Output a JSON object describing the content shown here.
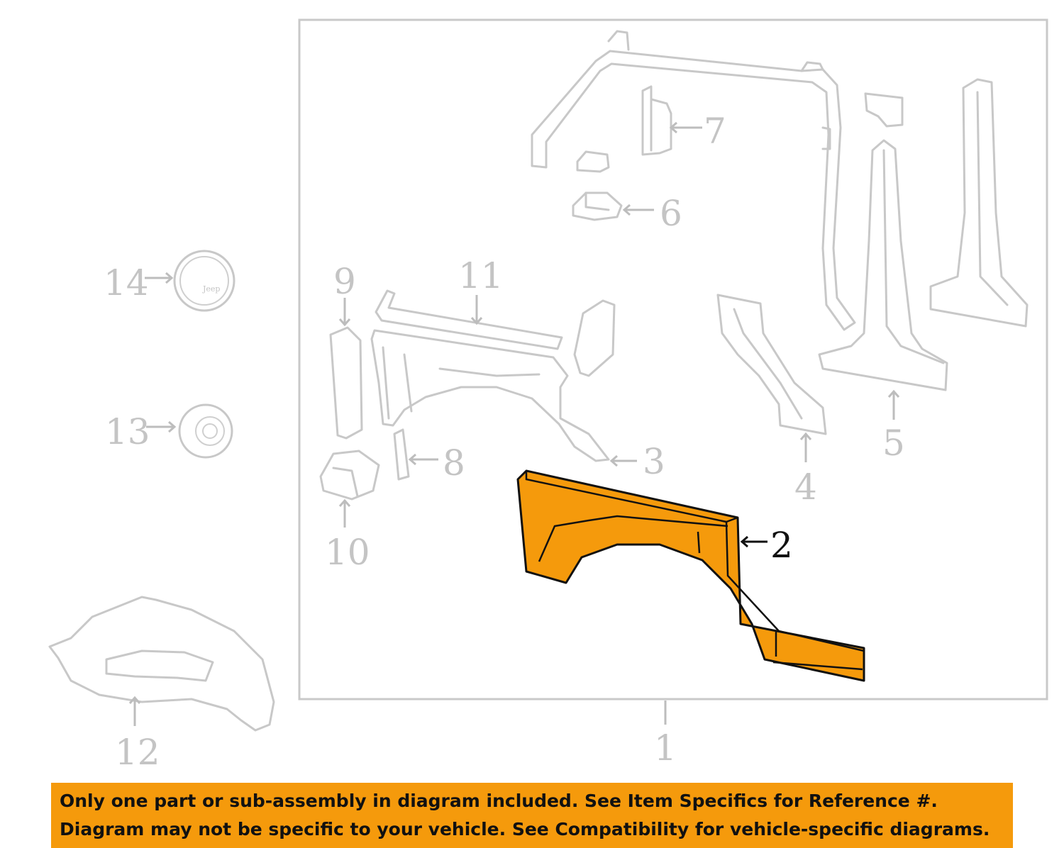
{
  "callouts": {
    "c1": "1",
    "c2": "2",
    "c3": "3",
    "c4": "4",
    "c5": "5",
    "c6": "6",
    "c7": "7",
    "c8": "8",
    "c9": "9",
    "c10": "10",
    "c11": "11",
    "c12": "12",
    "c13": "13",
    "c14": "14"
  },
  "highlighted_part": "2",
  "highlight_color": "#f59a0c",
  "logo_text": "Jeep",
  "banner": {
    "line1": "Only one part or sub-assembly in diagram included. See Item Specifics for Reference #.",
    "line2": "Diagram may not be specific to your vehicle. See Compatibility for vehicle-specific diagrams."
  }
}
